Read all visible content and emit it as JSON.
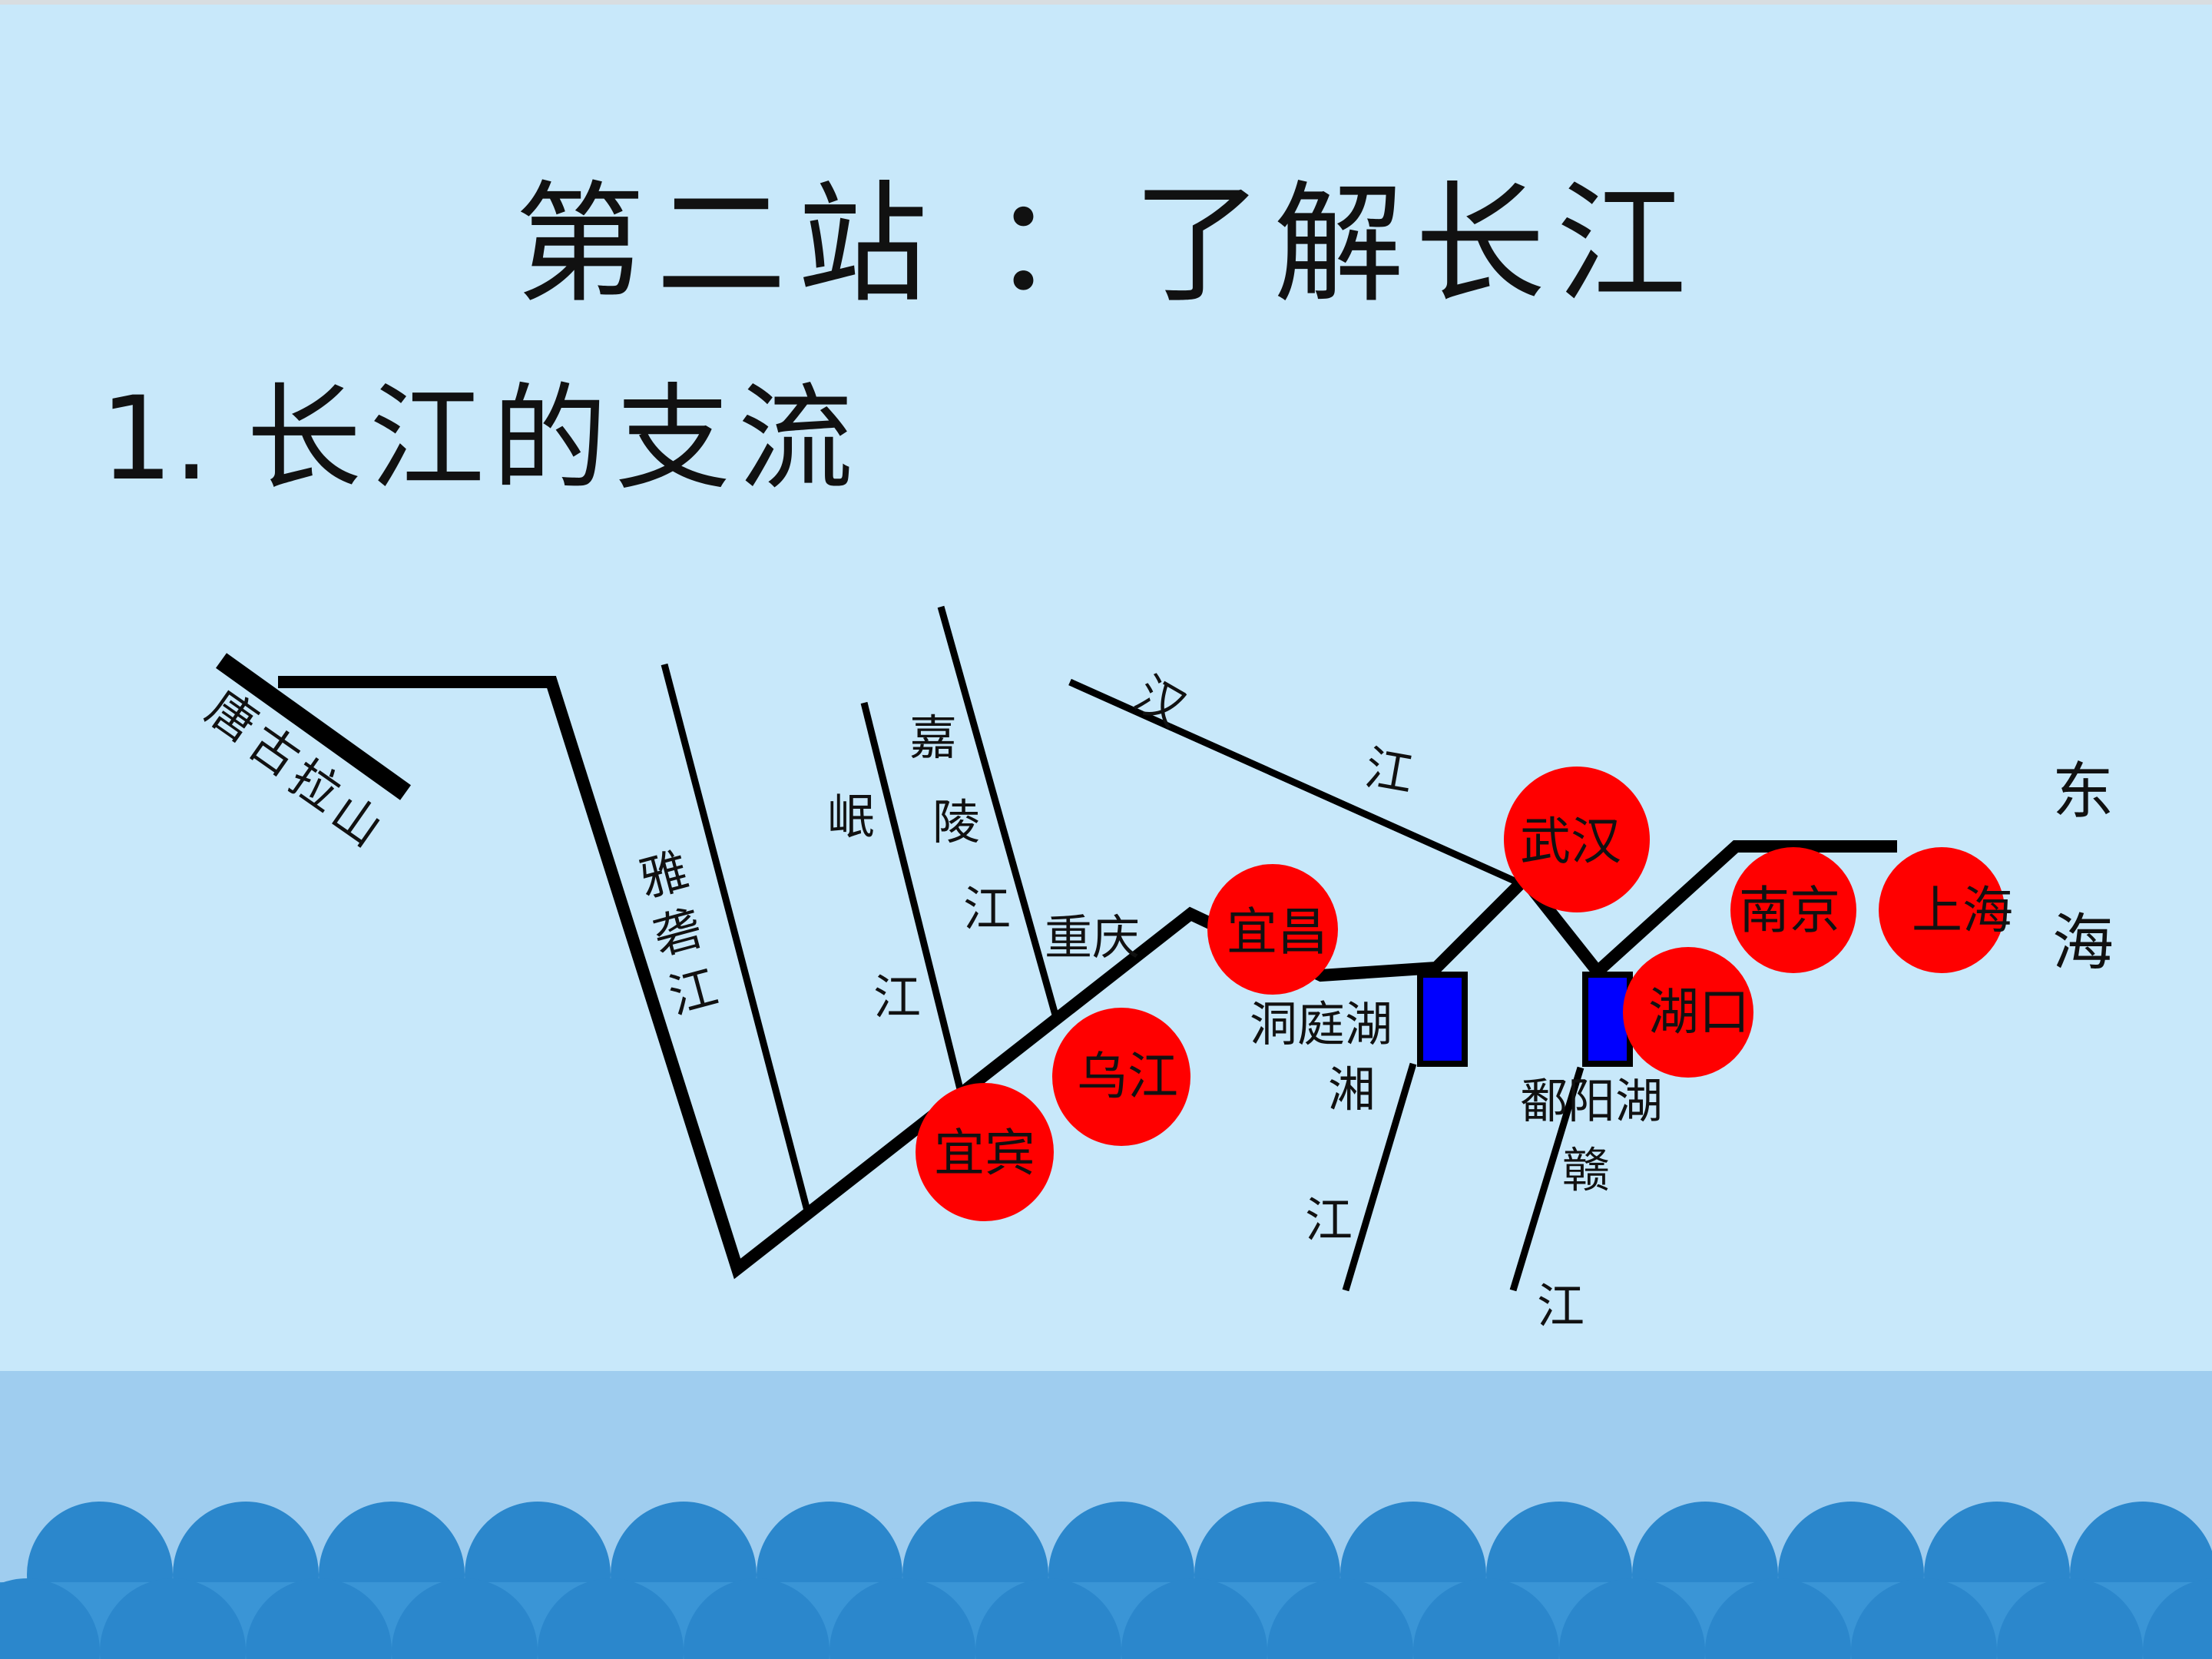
{
  "slide": {
    "title": "第二站 ：了解长江",
    "subtitle_num": "1.",
    "subtitle_text": "长江的支流"
  },
  "map": {
    "tanggula": [
      "唐",
      "古",
      "拉",
      "山"
    ],
    "yalong": [
      "雅",
      "砻",
      "江"
    ],
    "min": [
      "岷",
      "江"
    ],
    "jialing": [
      "嘉",
      "陵",
      "江"
    ],
    "han": [
      "汉",
      "江"
    ],
    "xiang": [
      "湘",
      "江"
    ],
    "gan": [
      "赣",
      "江"
    ],
    "chongqing": "重庆",
    "dongting": "洞庭湖",
    "poyang": "鄱阳湖",
    "donghai": [
      "东",
      "海"
    ],
    "cities": {
      "yibin": "宜宾",
      "wujiang": "乌江",
      "yichang": "宜昌",
      "wuhan": "武汉",
      "hukou": "湖口",
      "nanjing": "南京",
      "shanghai": "上海"
    }
  },
  "colors": {
    "background": "#c8e8fa",
    "band": "#9fcdef",
    "wave": "#2b87cc",
    "river": "#000000",
    "city": "#ff0000",
    "lake": "#0000ff"
  }
}
